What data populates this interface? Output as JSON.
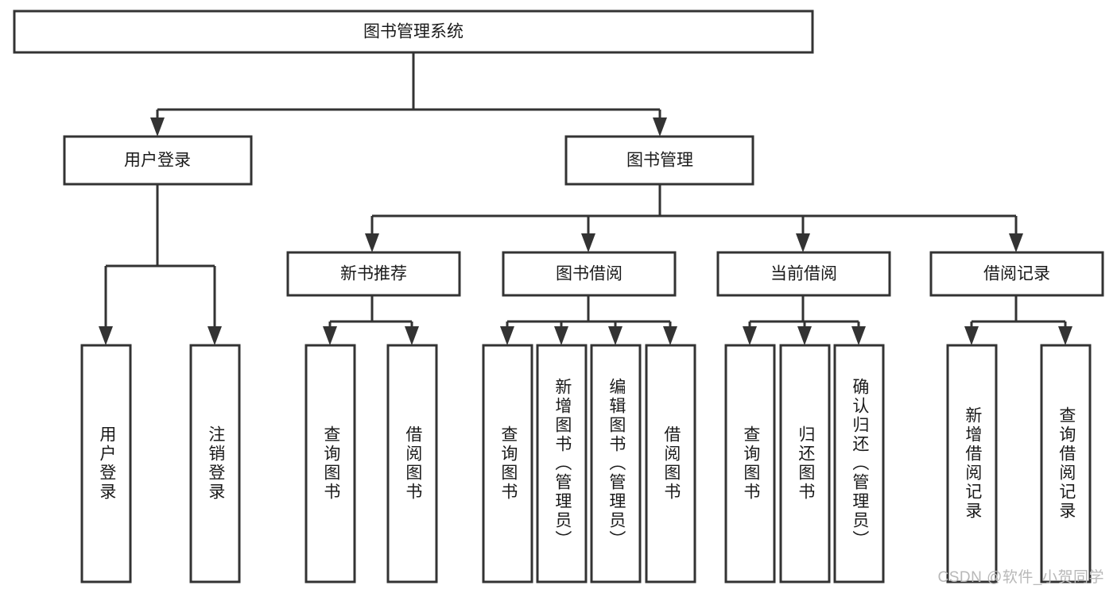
{
  "diagram": {
    "title": "图书管理系统",
    "type": "tree-hierarchy-chart",
    "watermark": "CSDN @软件_小贺同学",
    "colors": {
      "stroke": "#333333",
      "fill": "#ffffff",
      "text": "#1a1a1a",
      "watermark": "#b8b8b8"
    },
    "levels": {
      "root": {
        "label": "图书管理系统"
      },
      "level2": [
        {
          "label": "用户登录"
        },
        {
          "label": "图书管理"
        }
      ],
      "level3": [
        {
          "label": "新书推荐"
        },
        {
          "label": "图书借阅"
        },
        {
          "label": "当前借阅"
        },
        {
          "label": "借阅记录"
        }
      ],
      "leaves": {
        "user_login": [
          {
            "label": "用户登录"
          },
          {
            "label": "注销登录"
          }
        ],
        "new_book_recommend": [
          {
            "label": "查询图书"
          },
          {
            "label": "借阅图书"
          }
        ],
        "book_borrow": [
          {
            "label": "查询图书"
          },
          {
            "label": "新增图书（管理员）"
          },
          {
            "label": "编辑图书（管理员）"
          },
          {
            "label": "借阅图书"
          }
        ],
        "current_borrow": [
          {
            "label": "查询图书"
          },
          {
            "label": "归还图书"
          },
          {
            "label": "确认归还（管理员）"
          }
        ],
        "borrow_record": [
          {
            "label": "新增借阅记录"
          },
          {
            "label": "查询借阅记录"
          }
        ]
      }
    }
  }
}
